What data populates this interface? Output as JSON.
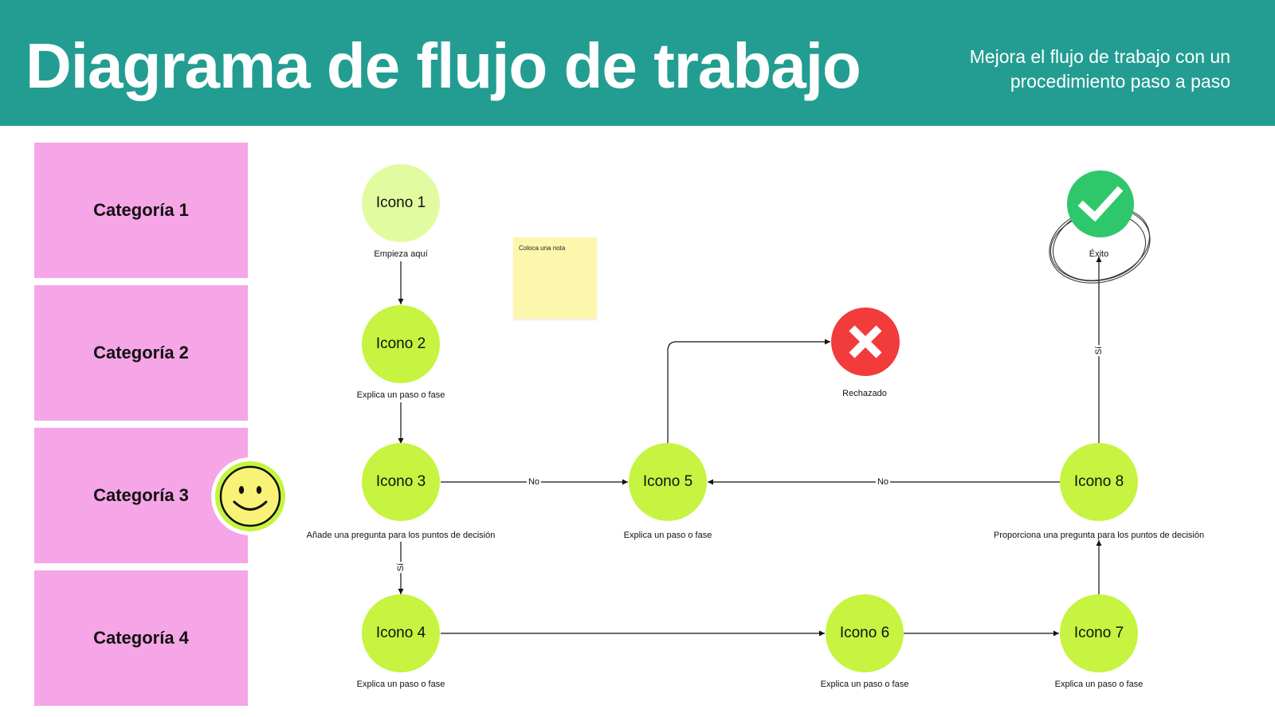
{
  "header": {
    "title": "Diagrama de flujo de trabajo",
    "subtitle": "Mejora el flujo de trabajo con un procedimiento paso a paso"
  },
  "categories": [
    "Categoría 1",
    "Categoría 2",
    "Categoría 3",
    "Categoría 4"
  ],
  "nodes": {
    "icono1": {
      "label": "Icono 1",
      "caption": "Empieza aquí"
    },
    "icono2": {
      "label": "Icono 2",
      "caption": "Explica un paso o fase"
    },
    "icono3": {
      "label": "Icono 3",
      "caption": "Añade una pregunta para los puntos de decisión"
    },
    "icono4": {
      "label": "Icono 4",
      "caption": "Explica un paso o fase"
    },
    "icono5": {
      "label": "Icono 5",
      "caption": "Explica un paso o fase"
    },
    "icono6": {
      "label": "Icono 6",
      "caption": "Explica un paso o fase"
    },
    "icono7": {
      "label": "Icono 7",
      "caption": "Explica un paso o fase"
    },
    "icono8": {
      "label": "Icono 8",
      "caption": "Proporciona una pregunta para los puntos de decisión"
    },
    "rechazado": {
      "caption": "Rechazado",
      "icon": "x-icon"
    },
    "exito": {
      "caption": "Éxito",
      "icon": "checkmark-icon"
    }
  },
  "edge_labels": {
    "icono3_to_icono5": "No",
    "icono8_to_icono5": "No",
    "icono3_to_icono4": "Sí",
    "icono8_to_exito": "Sí"
  },
  "note": {
    "text": "Coloca una nota"
  },
  "decorations": {
    "smiley": "smiley-face-icon"
  },
  "colors": {
    "header": "#239d92",
    "category": "#f6a5e6",
    "node": "#c6f440",
    "start_node": "#e3fba0",
    "reject": "#f23b3b",
    "success": "#2ec76b",
    "note": "#fdf6ad"
  }
}
